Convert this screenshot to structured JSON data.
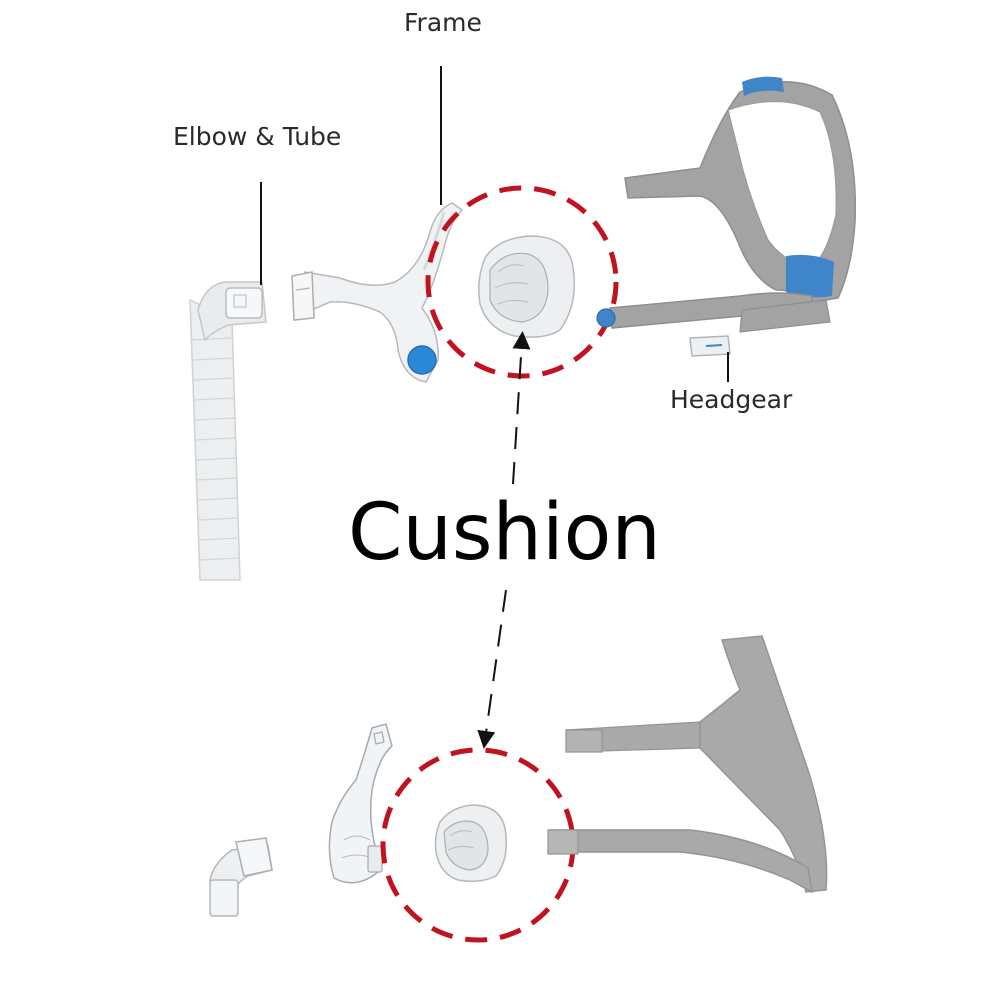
{
  "labels": {
    "frame": "Frame",
    "elbow_tube": "Elbow & Tube",
    "headgear": "Headgear",
    "cushion": "Cushion"
  },
  "colors": {
    "highlight_circle": "#c0131f",
    "leader_line": "#111111",
    "headgear_fabric": "#9a9a9a",
    "headgear_accent": "#3e86c9",
    "frame_button": "#2b88d8",
    "silicone": "#e2e4e6"
  }
}
